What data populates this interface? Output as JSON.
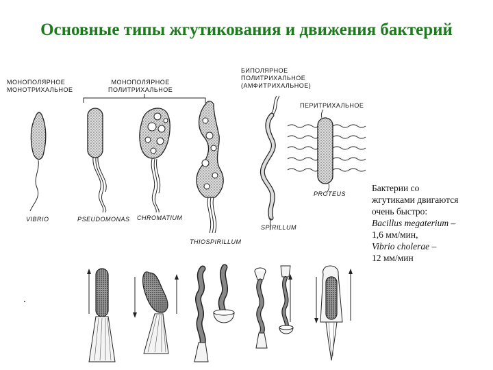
{
  "title": "Основные типы жгутикования и движения бактерий",
  "categories": {
    "mono_mono": [
      "МОНОПОЛЯРНОЕ",
      "МОНОТРИХАЛЬНОЕ"
    ],
    "mono_poly": [
      "МОНОПОЛЯРНОЕ",
      "ПОЛИТРИХАЛЬНОЕ"
    ],
    "bipolar": [
      "БИПОЛЯРНОЕ",
      "ПОЛИТРИХАЛЬНОЕ",
      "(АМФИТРИХАЛЬНОЕ)"
    ],
    "peritrichous": "ПЕРИТРИХАЛЬНОЕ"
  },
  "species": {
    "vibrio": "VIBRIO",
    "pseudomonas": "PSEUDOMONAS",
    "chromatium": "CHROMATIUM",
    "thiospirillum": "THIOSPIRILLUM",
    "spirillum": "SPIRILLUM",
    "proteus": "PROTEUS"
  },
  "caption": {
    "line1": "Бактерии со",
    "line2": "жгутиками двигаются",
    "line3": "очень быстро:",
    "line4": "Bacillus megaterium –",
    "line5": "1,6  мм/мин,",
    "line6": "Vibrio cholerae –",
    "line7": "12 мм/мин"
  }
}
